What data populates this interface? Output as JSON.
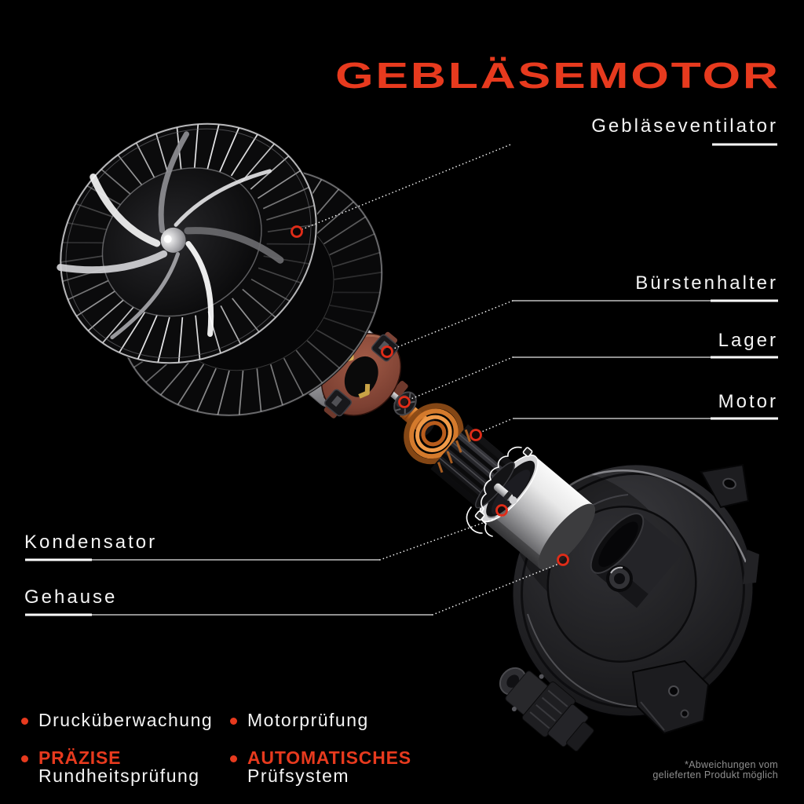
{
  "title": "GEBLÄSEMOTOR",
  "colors": {
    "accent": "#e73a1e",
    "text": "#f4f4f4",
    "muted": "#8f8f8f",
    "background": "#000000"
  },
  "labels": [
    {
      "text": "Gebläseventilator"
    },
    {
      "text": "Bürstenhalter"
    },
    {
      "text": "Lager"
    },
    {
      "text": "Motor"
    },
    {
      "text": "Kondensator"
    },
    {
      "text": "Gehause"
    }
  ],
  "features": {
    "items": [
      {
        "highlight": "",
        "text": "Drucküberwachung"
      },
      {
        "highlight": "",
        "text": "Motorprüfung"
      },
      {
        "highlight": "PRÄZISE",
        "text": "Rundheitsprüfung"
      },
      {
        "highlight": "AUTOMATISCHES",
        "text": "Prüfsystem"
      }
    ]
  },
  "footnote": {
    "line1": "*Abweichungen vom",
    "line2": "gelieferten Produkt möglich"
  },
  "diagram": {
    "parts": [
      "fan-wheel",
      "motor-mount",
      "brush-holder",
      "bearing",
      "armature",
      "motor-can",
      "housing"
    ]
  }
}
